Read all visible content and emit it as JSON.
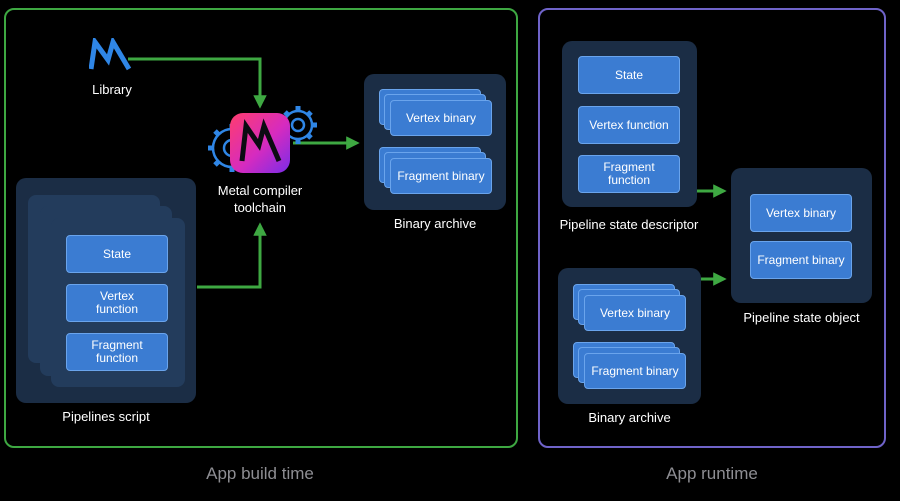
{
  "build": {
    "caption": "App build time",
    "library_label": "Library",
    "compiler_label_1": "Metal compiler",
    "compiler_label_2": "toolchain",
    "archive": {
      "label": "Binary archive",
      "vertex": "Vertex binary",
      "fragment": "Fragment binary"
    },
    "script": {
      "label": "Pipelines script",
      "state": "State",
      "vertex_1": "Vertex",
      "vertex_2": "function",
      "fragment_1": "Fragment",
      "fragment_2": "function"
    }
  },
  "runtime": {
    "caption": "App runtime",
    "descriptor": {
      "label": "Pipeline state descriptor",
      "state": "State",
      "vertex": "Vertex function",
      "fragment_1": "Fragment",
      "fragment_2": "function"
    },
    "archive": {
      "label": "Binary archive",
      "vertex": "Vertex binary",
      "fragment": "Fragment binary"
    },
    "pso": {
      "label": "Pipeline state object",
      "vertex": "Vertex binary",
      "fragment": "Fragment binary"
    }
  },
  "colors": {
    "build_border": "#3ea842",
    "runtime_border": "#6f63c9",
    "arrow": "#3ea842",
    "button": "#3b7cd2",
    "panel": "#1b2d45"
  },
  "icons": {
    "library": "metal-logo-icon",
    "compiler": "metal-compiler-app-icon",
    "gears": "gear-icon"
  }
}
